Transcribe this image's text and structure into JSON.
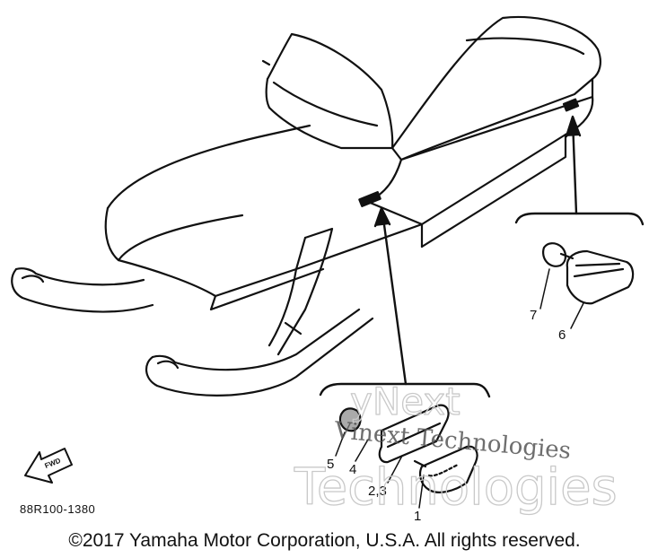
{
  "diagram": {
    "callouts": [
      {
        "label": "7"
      },
      {
        "label": "6"
      },
      {
        "label": "5"
      },
      {
        "label": "4"
      },
      {
        "label": "2,3"
      },
      {
        "label": "1"
      }
    ],
    "fwd_label": "FWD",
    "part_code": "88R100-1380"
  },
  "watermark": {
    "line1": "yNext",
    "line2": "Technologies",
    "overlay_text": "Vinext Technologies"
  },
  "footer": {
    "copyright": "©2017 Yamaha Motor Corporation, U.S.A. All rights reserved."
  }
}
